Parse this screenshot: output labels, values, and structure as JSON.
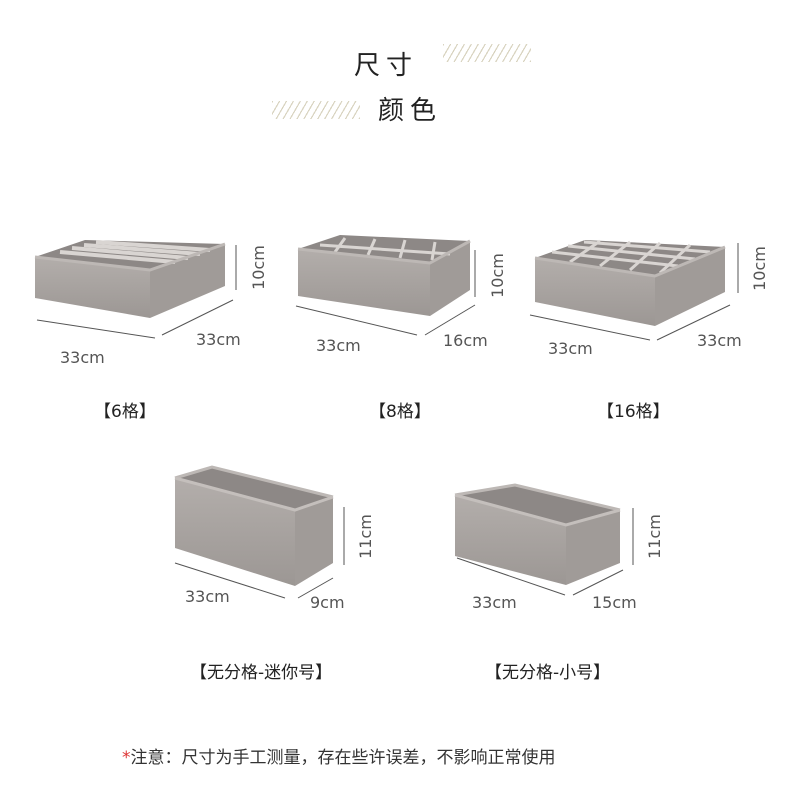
{
  "header": {
    "title1": "尺寸",
    "title2": "颜色"
  },
  "products": [
    {
      "label": "【6格】",
      "length": "33cm",
      "width": "33cm",
      "height": "10cm"
    },
    {
      "label": "【8格】",
      "length": "33cm",
      "width": "16cm",
      "height": "10cm"
    },
    {
      "label": "【16格】",
      "length": "33cm",
      "width": "33cm",
      "height": "10cm"
    },
    {
      "label": "【无分格-迷你号】",
      "length": "33cm",
      "width": "9cm",
      "height": "11cm"
    },
    {
      "label": "【无分格-小号】",
      "length": "33cm",
      "width": "15cm",
      "height": "11cm"
    }
  ],
  "note": {
    "star": "*",
    "text": "注意：尺寸为手工测量，存在些许误差，不影响正常使用"
  },
  "colors": {
    "fabric": "#a8a3a0",
    "fabric_dark": "#8f8a87",
    "fabric_light": "#c4bfbc",
    "hatch": "#d8d3bf",
    "note_star": "#dd3333"
  }
}
